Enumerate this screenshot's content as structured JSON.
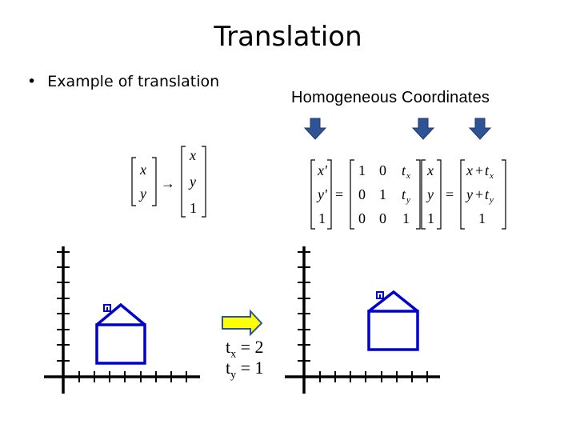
{
  "slide": {
    "title": "Translation",
    "bullet": "Example of translation",
    "homogeneous_label": "Homogeneous Coordinates"
  },
  "equation_left": {
    "input": [
      "x",
      "y"
    ],
    "arrow": "→",
    "output": [
      "x",
      "y",
      "1"
    ]
  },
  "equation_right": {
    "lhs": [
      "x'",
      "y'",
      "1"
    ],
    "matrix": [
      [
        "1",
        "0",
        "t",
        "x"
      ],
      [
        "0",
        "1",
        "t",
        "y"
      ],
      [
        "0",
        "0",
        "1",
        ""
      ]
    ],
    "vec": [
      "x",
      "y",
      "1"
    ],
    "result": [
      [
        "x",
        "+",
        "t",
        "x"
      ],
      [
        "y",
        "+",
        "t",
        "y"
      ],
      [
        "1",
        "",
        "",
        ""
      ]
    ]
  },
  "translation": {
    "tx_var": "t",
    "tx_sub": "x",
    "tx_val": "= 2",
    "ty_var": "t",
    "ty_sub": "y",
    "ty_val": "= 1"
  },
  "colors": {
    "house": "#0000cc",
    "arrow_blue": "#2f5496",
    "arrow_yellow": "#ffff00"
  }
}
